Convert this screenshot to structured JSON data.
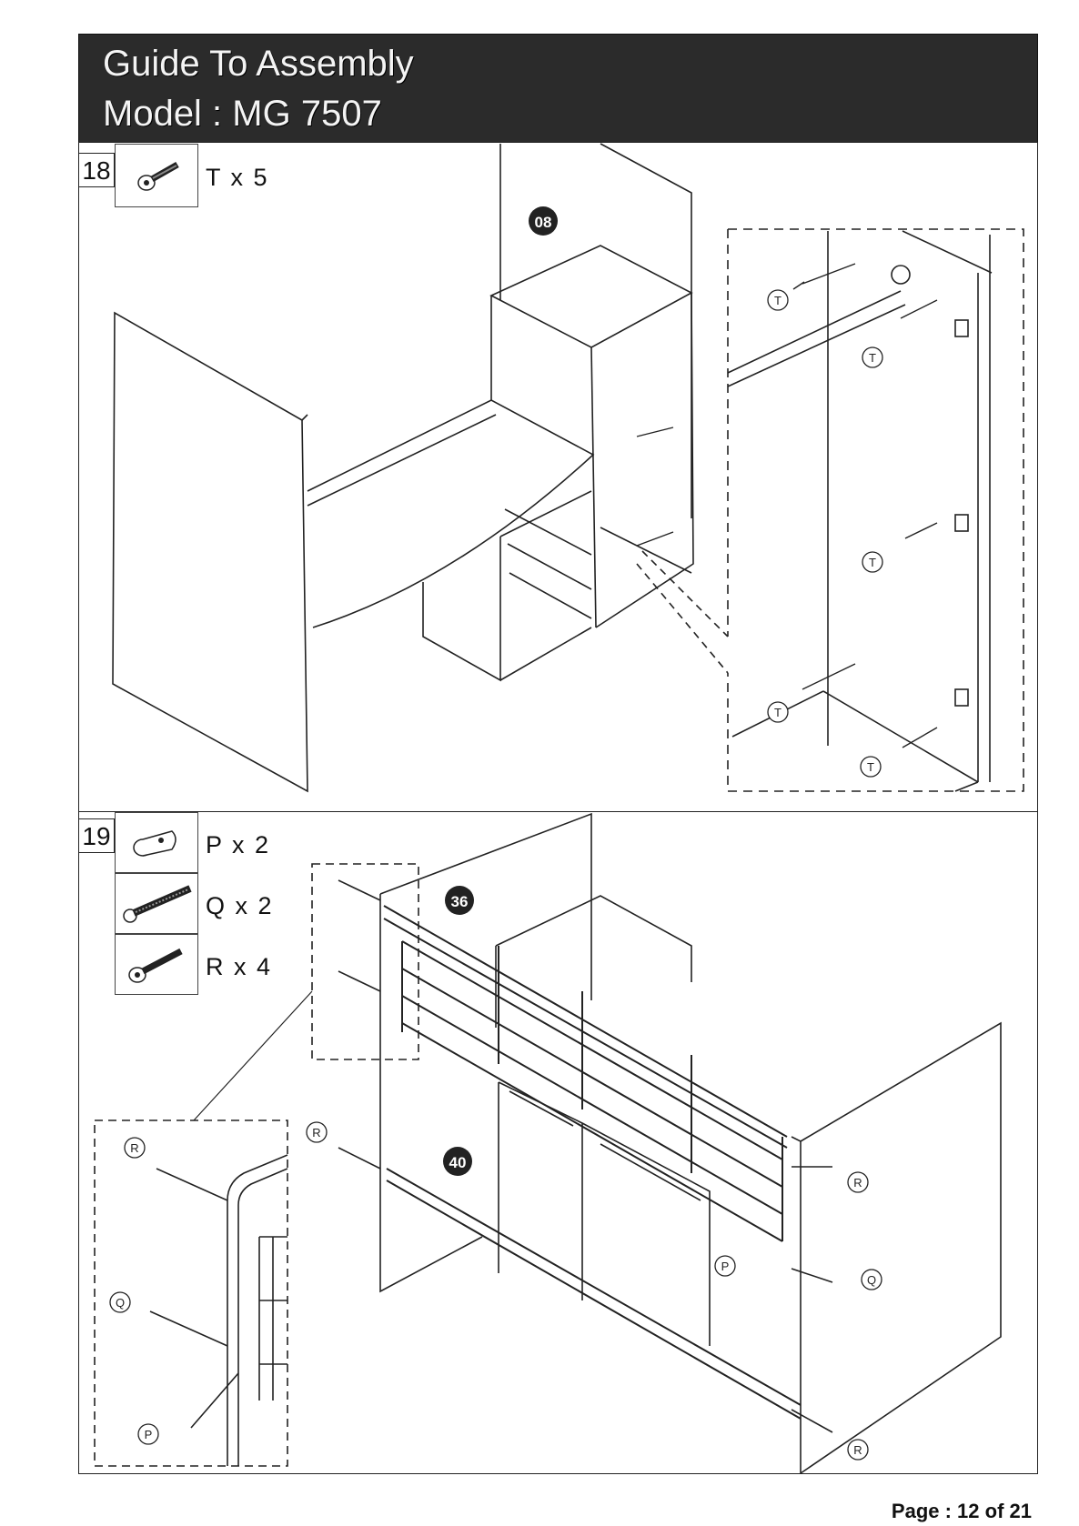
{
  "header": {
    "title": "Guide To Assembly",
    "model": "Model : MG 7507"
  },
  "steps": [
    {
      "number": "18",
      "hardware": [
        {
          "label": "T x 5"
        }
      ],
      "part_badges": [
        "08"
      ],
      "callouts": [
        "T",
        "T",
        "T",
        "T",
        "T"
      ]
    },
    {
      "number": "19",
      "hardware": [
        {
          "label": "P x 2"
        },
        {
          "label": "Q x 2"
        },
        {
          "label": "R x 4"
        }
      ],
      "part_badges": [
        "36",
        "40"
      ],
      "callouts": [
        "R",
        "R",
        "R",
        "R",
        "Q",
        "P",
        "Q",
        "P"
      ]
    }
  ],
  "footer": {
    "page": "Page : 12 of 21"
  },
  "colors": {
    "header_bg": "#2b2b2b",
    "header_text": "#f4f4f4",
    "line": "#222222"
  }
}
